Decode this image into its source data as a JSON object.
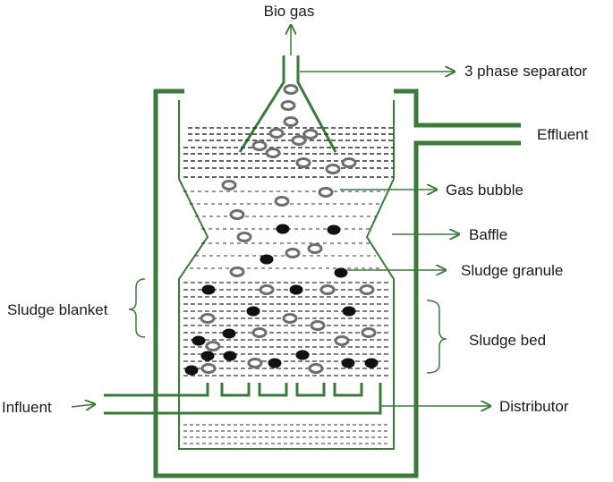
{
  "labels": {
    "bio_gas": "Bio gas",
    "separator": "3 phase separator",
    "effluent": "Effluent",
    "gas_bubble": "Gas bubble",
    "baffle": "Baffle",
    "sludge_granule": "Sludge granule",
    "sludge_blanket": "Sludge blanket",
    "sludge_bed": "Sludge bed",
    "influent": "Influent",
    "distributor": "Distributor"
  },
  "colors": {
    "wall": "#3b7a3b",
    "arrow": "#3b7a3b",
    "bubble_outline": "#6e6e6e",
    "granule": "#111111"
  }
}
